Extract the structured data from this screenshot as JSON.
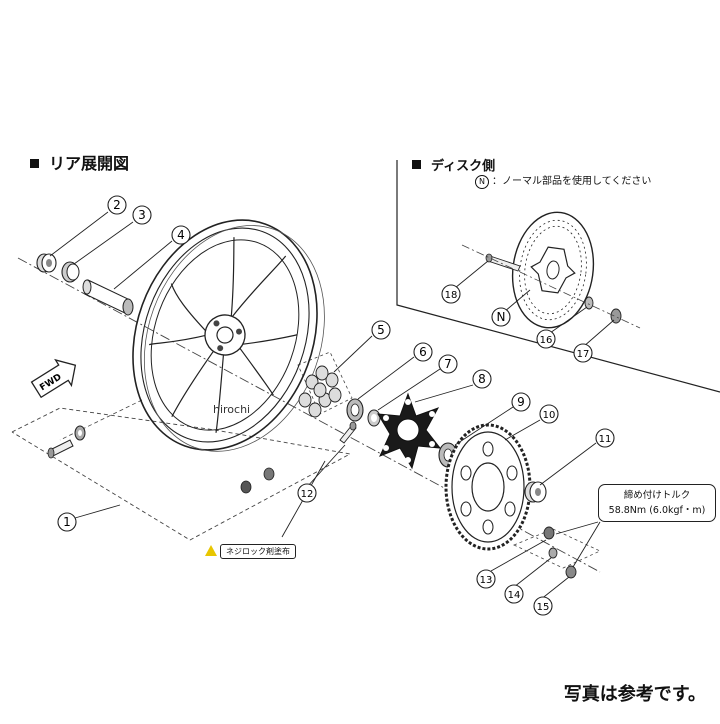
{
  "headers": {
    "left": "リア展開図",
    "right": "ディスク側",
    "note_badge": "N",
    "note": "：ノーマル部品を使用してください"
  },
  "callouts": [
    "1",
    "2",
    "3",
    "4",
    "5",
    "6",
    "7",
    "8",
    "9",
    "10",
    "11",
    "12",
    "13",
    "14",
    "15",
    "16",
    "17",
    "18",
    "N"
  ],
  "fwd_label": "FWD",
  "torque": {
    "line1": "締め付けトルク",
    "line2": "58.8Nm (6.0kgf・m)"
  },
  "lock_note": "ネジロック剤塗布",
  "watermark": "hirochi",
  "footer": "写真は参考です。"
}
